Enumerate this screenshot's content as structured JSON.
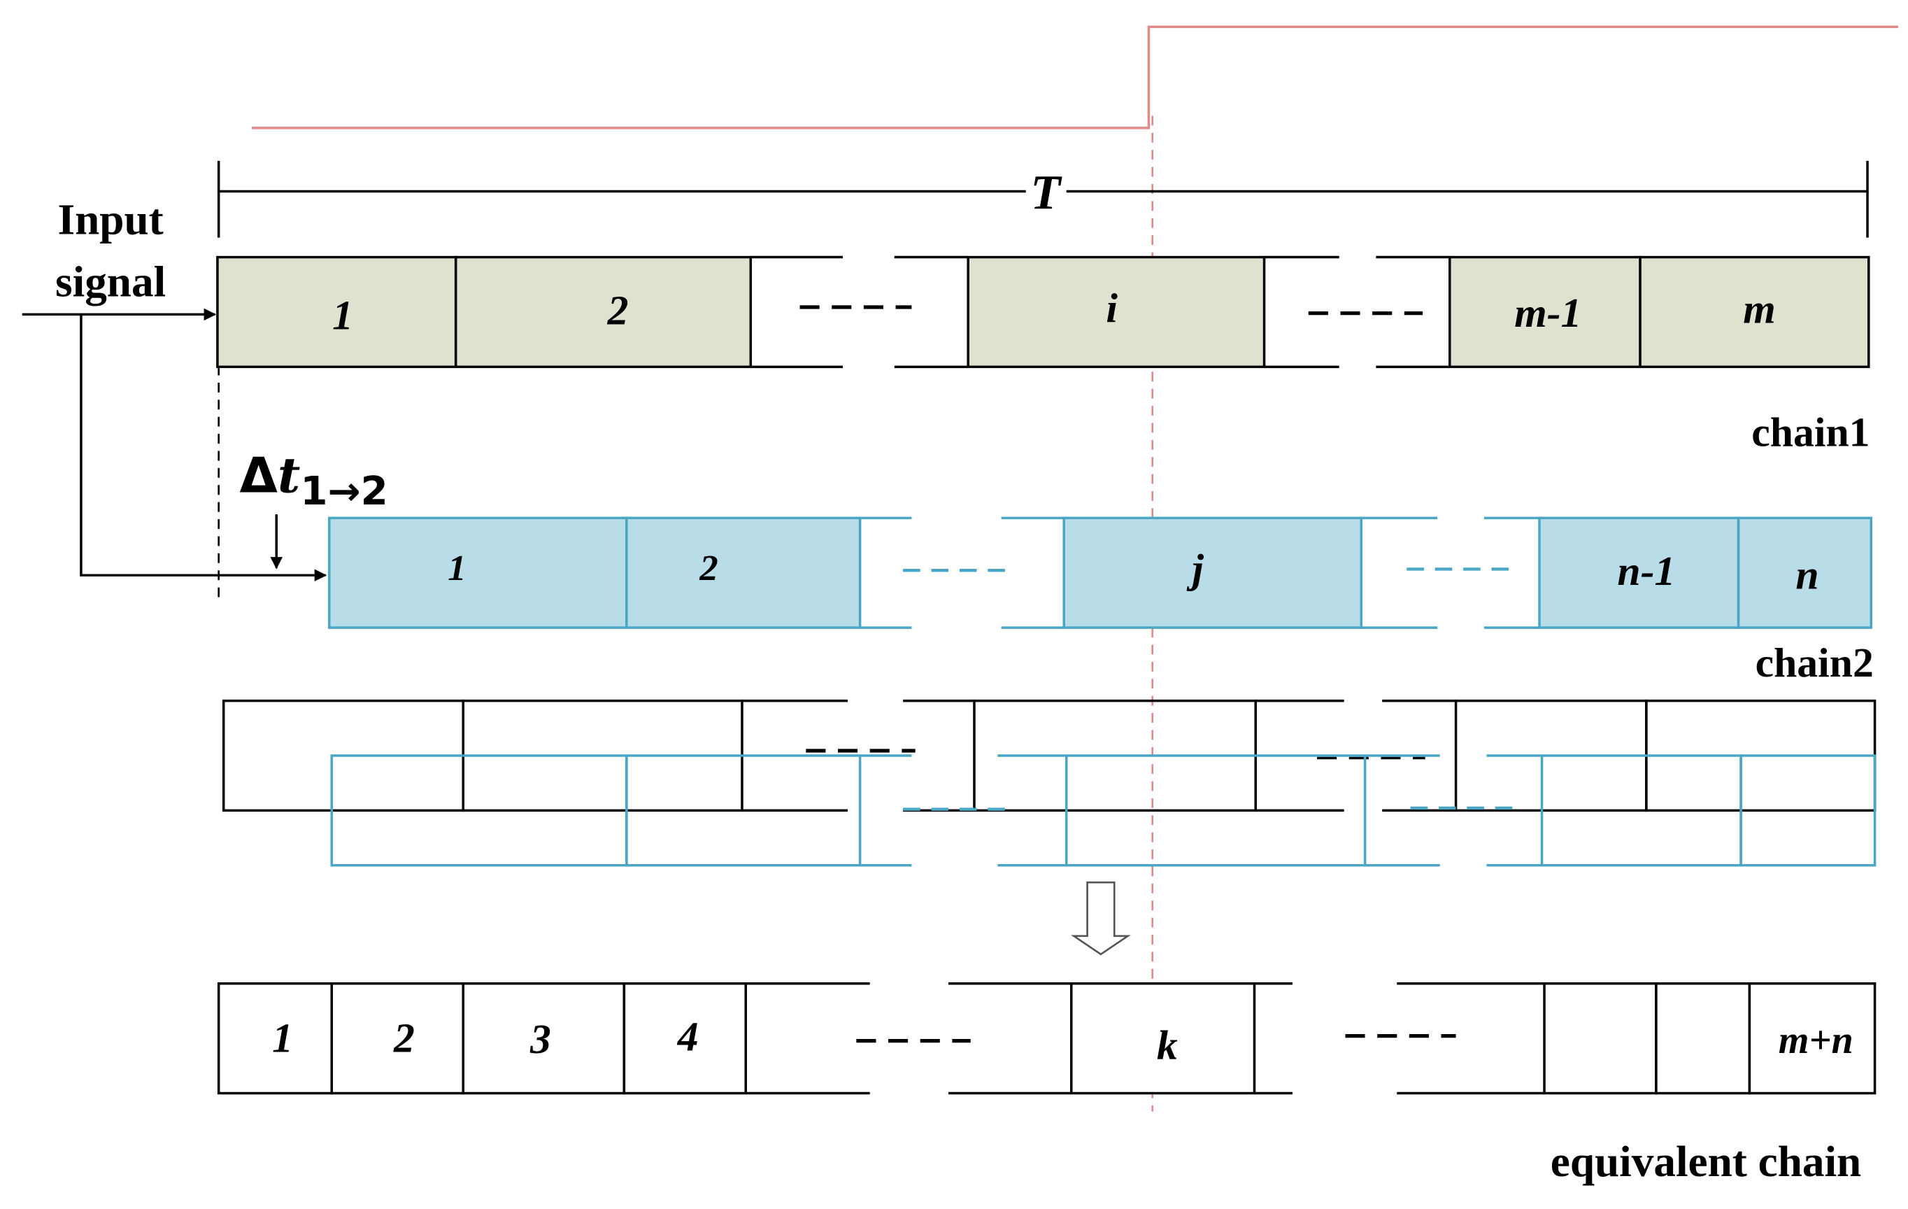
{
  "labels": {
    "input_line1": "Input",
    "input_line2": "signal",
    "period": "T",
    "delta": "Δ",
    "delta_t": "t",
    "delta_sub": "1→2",
    "chain1": "chain1",
    "chain2": "chain2",
    "equivalent": "equivalent chain"
  },
  "chain1": {
    "cells": [
      "1",
      "2",
      "i",
      "m-1",
      "m"
    ]
  },
  "chain2": {
    "cells": [
      "1",
      "2",
      "j",
      "n-1",
      "n"
    ]
  },
  "equivalent": {
    "cells": [
      "1",
      "2",
      "3",
      "4",
      "k",
      "m+n"
    ]
  },
  "colors": {
    "chain1_fill": "#dde3cf",
    "chain2_fill": "#b8dde8",
    "chain2_stroke": "#4aa6c4",
    "signal_line": "#e08a8a"
  }
}
